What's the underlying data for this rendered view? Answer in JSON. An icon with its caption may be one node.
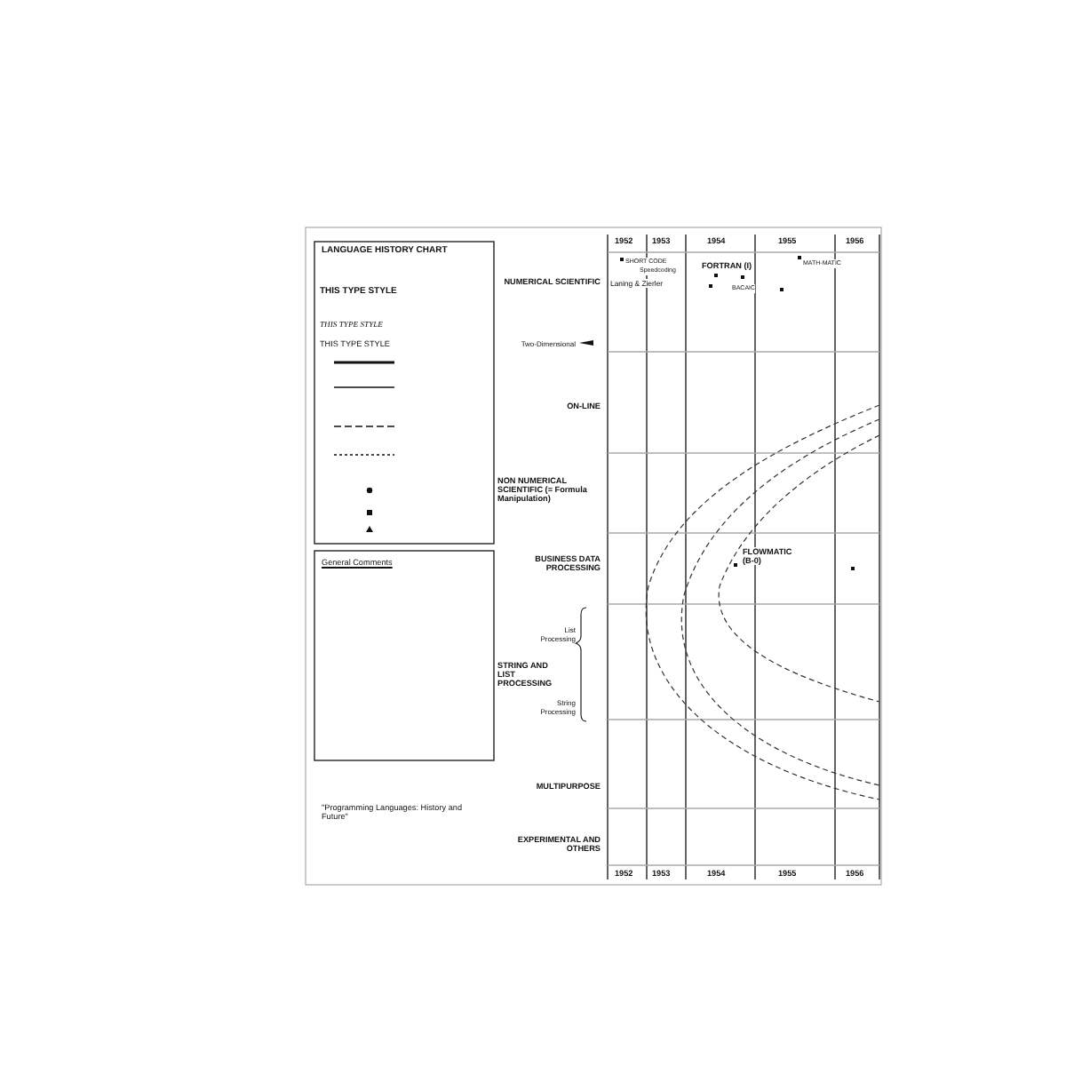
{
  "diagram": {
    "title": "LANGUAGE HISTORY CHART",
    "labels": [
      "THIS TYPE STYLE",
      "THIS TYPE STYLE",
      "THIS TYPE STYLE",
      "General Comments",
      "1952",
      "1953",
      "1954",
      "1955",
      "1956",
      "SHORT CODE",
      "Speedcoding",
      "Laning & Zierler",
      "FORTRAN (I)",
      "MATH-MATIC",
      "BACAIC",
      "NUMERICAL SCIENTIFIC",
      "Two-Dimensional",
      "ON-LINE",
      "NON NUMERICAL SCIENTIFIC (= Formula Manipulation)",
      "BUSINESS DATA PROCESSING",
      "FLOWMATIC (B-0)",
      "List Processing",
      "STRING AND LIST PROCESSING",
      "String Processing",
      "MULTIPURPOSE",
      "EXPERIMENTAL AND OTHERS",
      "1952",
      "1953",
      "1954",
      "1955",
      "1956",
      "\"Programming Languages: History and Future\""
    ]
  }
}
